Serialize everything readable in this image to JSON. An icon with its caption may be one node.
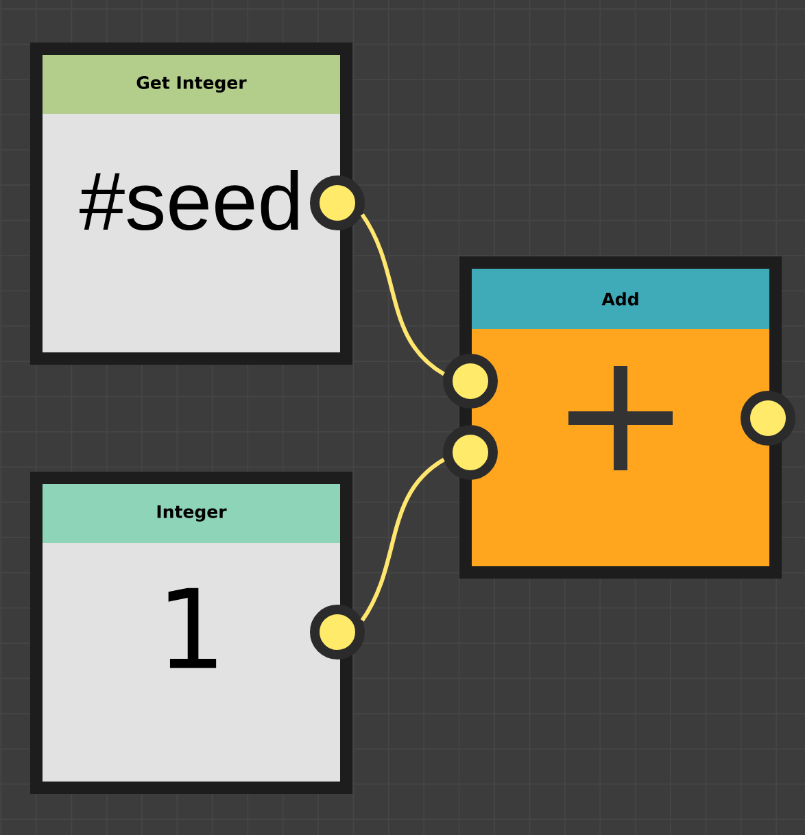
{
  "diagram": {
    "nodes": [
      {
        "text": [
          "Get Integer",
          "#seed"
        ]
      },
      {
        "text": [],
        "shape": "circle"
      },
      {
        "text": [
          "Add"
        ]
      },
      {
        "text": [],
        "shape": "circle"
      },
      {
        "text": [],
        "shape": "circle"
      },
      {
        "text": [],
        "shape": "circle"
      },
      {
        "text": [
          "Integer",
          "1"
        ]
      },
      {
        "text": [],
        "shape": "circle"
      }
    ],
    "edges": [
      {
        "from": 1,
        "to": 3,
        "arrow": "none"
      },
      {
        "from": 7,
        "to": 4,
        "arrow": "none"
      }
    ]
  }
}
